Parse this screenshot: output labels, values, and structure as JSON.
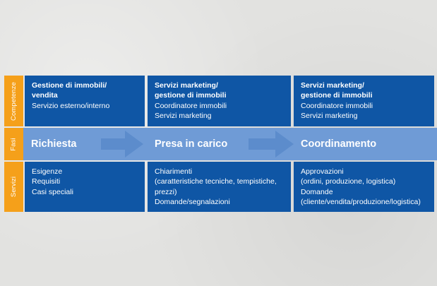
{
  "labels": {
    "competenze": "Competenze",
    "fasi": "Fasi",
    "servizi": "Servizi"
  },
  "competenze": [
    {
      "title": "Gestione di immobili/\nvendita",
      "lines": "Servizio esterno/interno"
    },
    {
      "title": "Servizi marketing/\ngestione di immobili",
      "lines": "Coordinatore immobili\nServizi marketing"
    },
    {
      "title": "Servizi marketing/\ngestione di immobili",
      "lines": "Coordinatore immobili\nServizi marketing"
    }
  ],
  "fasi": [
    "Richiesta",
    "Presa in carico",
    "Coordinamento"
  ],
  "servizi": [
    {
      "lines": "Esigenze\nRequisiti\nCasi speciali"
    },
    {
      "lines": "Chiarimenti\n(caratteristiche tecniche, tempistiche,\nprezzi)\nDomande/segnalazioni"
    },
    {
      "lines": "Approvazioni\n(ordini, produzione, logistica)\nDomande\n(cliente/vendita/produzione/logistica)"
    }
  ],
  "colors": {
    "cell": "#0f56a5",
    "band": "#6f9bd6",
    "side": "#f5a01a",
    "arrow": "#5c8ccc",
    "background": "#e2e2e0"
  },
  "icons": [
    "arrow-right-icon",
    "arrow-right-icon"
  ]
}
